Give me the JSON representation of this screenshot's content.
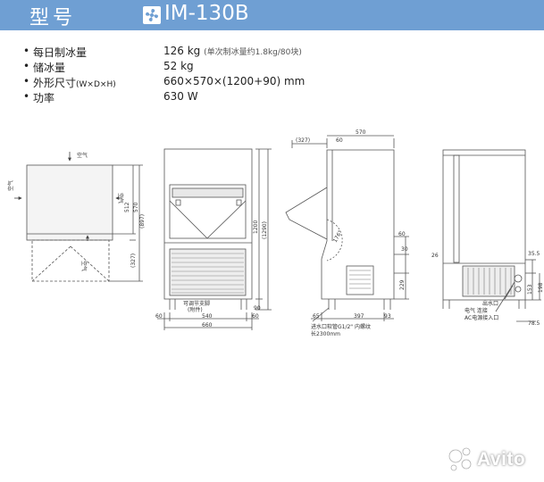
{
  "header": {
    "model_label": "型号",
    "model_name": "IM-130B",
    "icon": "fan-icon",
    "background": "#6f9fd3"
  },
  "specs": [
    {
      "label": "每日制冰量",
      "label_note": "",
      "value": "126 kg",
      "value_note": "(单次制冰量约1.8kg/80块)"
    },
    {
      "label": "储冰量",
      "label_note": "",
      "value": "52 kg",
      "value_note": ""
    },
    {
      "label": "外形尺寸",
      "label_note": "(W×D×H)",
      "value": "660×570×(1200+90) mm",
      "value_note": ""
    },
    {
      "label": "功率",
      "label_note": "",
      "value": "630 W",
      "value_note": ""
    }
  ],
  "bullet": "•",
  "top_view": {
    "air_top": "空气",
    "air_left": "空气",
    "air_right": "空气",
    "air_bottom": "空气",
    "dim_512": "512",
    "dim_570": "570",
    "dim_327": "(327)",
    "dim_897": "(897)"
  },
  "front_view": {
    "dim_1200": "1200",
    "dim_1290": "(1290)",
    "dim_90": "90",
    "dim_60_left": "60",
    "dim_540": "540",
    "dim_60_right": "60",
    "dim_660": "660",
    "foot_note_1": "可调节支脚",
    "foot_note_2": "(附件)"
  },
  "side_view": {
    "dim_327": "(327)",
    "dim_60_top": "60",
    "dim_570": "570",
    "angle": "176°",
    "dim_60_right": "60",
    "dim_30": "30",
    "dim_229": "229",
    "dim_65": "65",
    "dim_397": "397",
    "dim_93": "93",
    "note_1": "进水口软管G1/2\" 内螺纹",
    "note_2": "长2300mm"
  },
  "rear_view": {
    "dim_26": "26",
    "dim_35_5": "35.5",
    "dim_153": "153",
    "dim_198": "198",
    "dim_78_5": "78.5",
    "label_drain": "出水口",
    "label_power_1": "电气 连接",
    "label_power_2": "AC电源接入口"
  },
  "watermark": {
    "text": "Avito",
    "icon": "avito-logo-icon"
  }
}
